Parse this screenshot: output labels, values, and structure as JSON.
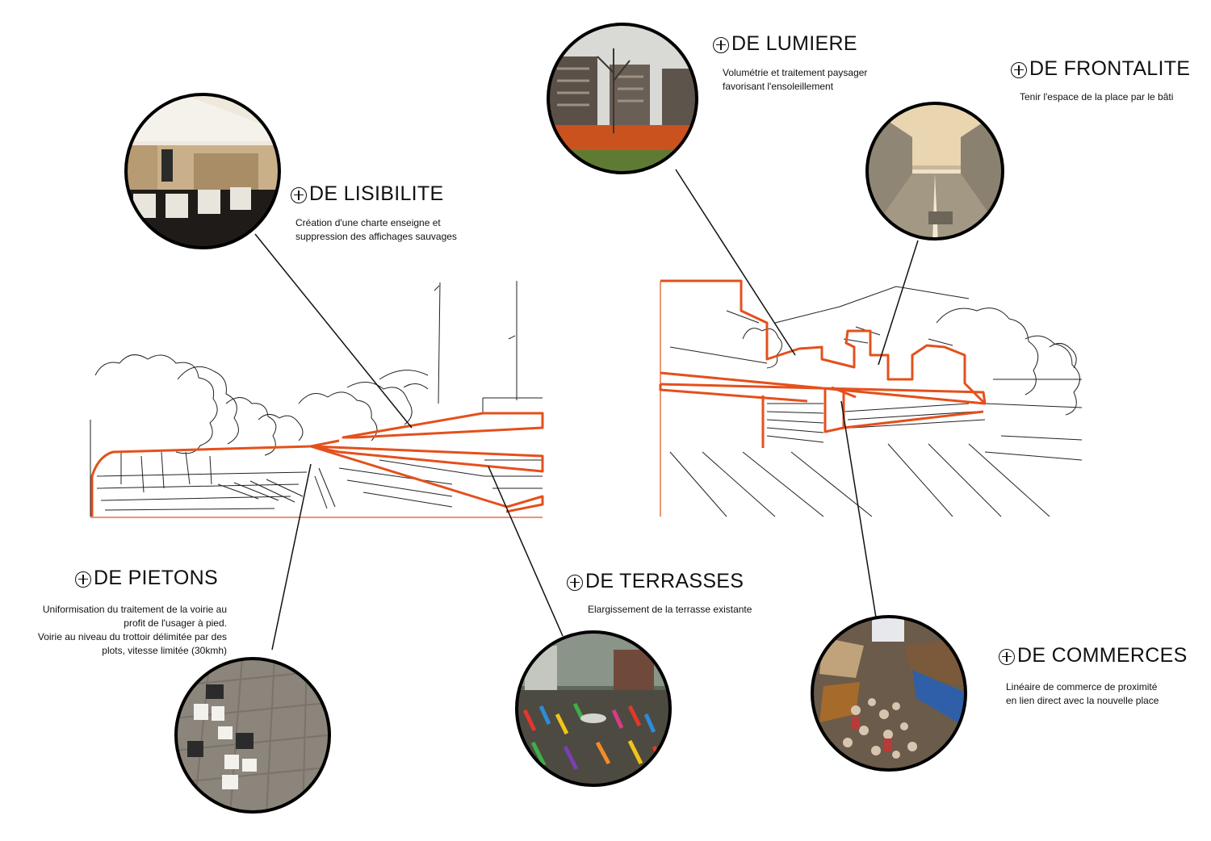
{
  "callouts": [
    {
      "id": "lumiere",
      "title": "DE LUMIERE",
      "desc": [
        "Volumétrie et traitement paysager",
        "favorisant l'ensoleillement"
      ]
    },
    {
      "id": "frontalite",
      "title": "DE FRONTALITE",
      "desc": [
        "Tenir l'espace de la place par le bâti"
      ]
    },
    {
      "id": "lisibilite",
      "title": "DE LISIBILITE",
      "desc": [
        "Création d'une charte enseigne et",
        "suppression des affichages sauvages"
      ]
    },
    {
      "id": "pietons",
      "title": "DE PIETONS",
      "desc": [
        "Uniformisation du traitement de la voirie au",
        "profit de l'usager à pied.",
        "Voirie au niveau du trottoir délimitée par des",
        "plots, vitesse limitée (30kmh)"
      ]
    },
    {
      "id": "terrasses",
      "title": "DE TERRASSES",
      "desc": [
        "Elargissement de la terrasse existante"
      ]
    },
    {
      "id": "commerces",
      "title": "DE COMMERCES",
      "desc": [
        "Linéaire de commerce de proximité",
        "en lien direct avec la nouvelle place"
      ]
    }
  ],
  "colors": {
    "accent": "#e4501c",
    "ink": "#111111"
  }
}
